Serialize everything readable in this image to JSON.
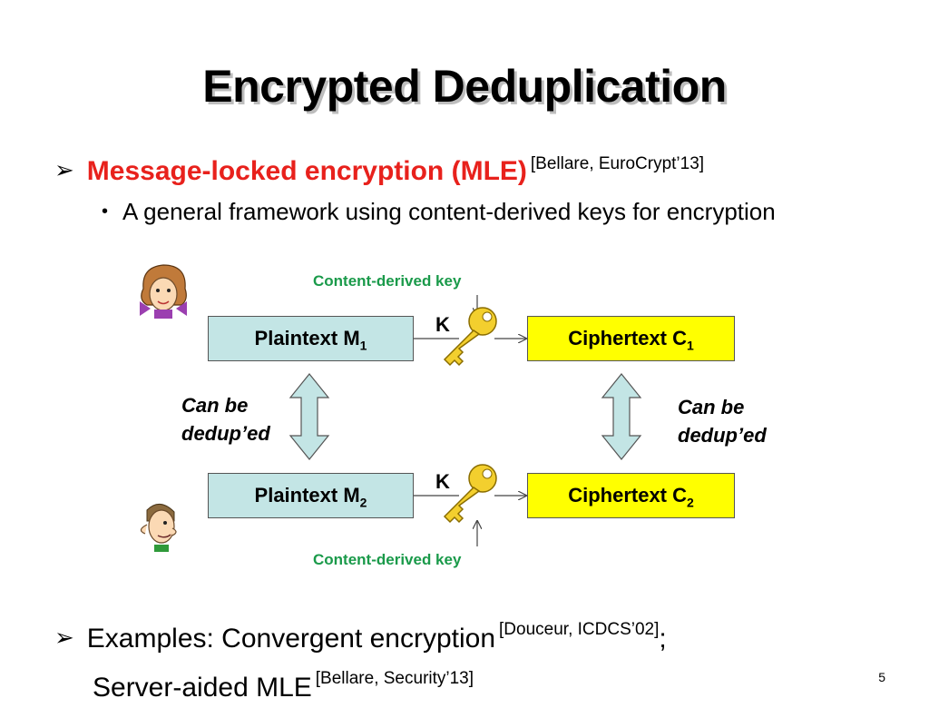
{
  "title": "Encrypted Deduplication",
  "bullet1": {
    "arrow": "➢",
    "heading": "Message-locked encryption (MLE)",
    "citation": "[Bellare, EuroCrypt’13]",
    "sub_bullet": "•",
    "sub_text": "A general framework using content-derived keys for encryption"
  },
  "diagram": {
    "key_label_top": "Content-derived key",
    "key_label_bottom": "Content-derived key",
    "key_letter_top": "K",
    "key_letter_bottom": "K",
    "plaintext_top": "Plaintext M",
    "plaintext_top_sub": "1",
    "plaintext_bottom": "Plaintext M",
    "plaintext_bottom_sub": "2",
    "cipher_top": "Ciphertext C",
    "cipher_top_sub": "1",
    "cipher_bottom": "Ciphertext C",
    "cipher_bottom_sub": "2",
    "dedup_left_line1": "Can be",
    "dedup_left_line2": "dedup’ed",
    "dedup_right_line1": "Can be",
    "dedup_right_line2": "dedup’ed",
    "colors": {
      "plaintext_fill": "#c3e5e5",
      "ciphertext_fill": "#ffff00",
      "key_label": "#1a9a4a",
      "heading": "#e8211c",
      "double_arrow_fill": "#c3e5e5"
    }
  },
  "bullet2": {
    "arrow": "➢",
    "line1_text": "Examples: Convergent encryption",
    "line1_citation": "[Douceur, ICDCS’02]",
    "line1_punct": ";",
    "line2_text": "Server-aided MLE",
    "line2_citation": "[Bellare, Security’13]"
  },
  "page_number": "5"
}
